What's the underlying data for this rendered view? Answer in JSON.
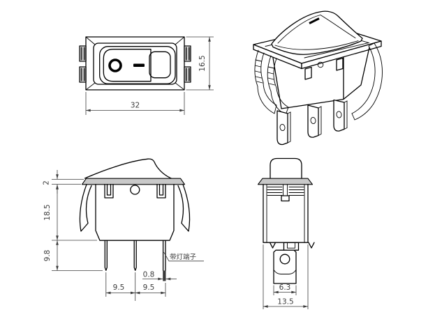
{
  "drawing": {
    "front_view": {
      "width_dim": "32",
      "height_dim": "16.5",
      "rocker_symbols": {
        "off_symbol": "O-circle",
        "on_symbol": "dash"
      }
    },
    "perspective_view": {
      "rocker_mark": "dash"
    },
    "side_view": {
      "flange_thickness_dim": "2",
      "body_height_dim": "18.5",
      "terminal_length_dim": "9.8",
      "pitch_left_dim": "9.5",
      "pitch_right_dim": "9.5",
      "terminal_thickness_dim": "0.8",
      "lamp_terminal_label": "带灯端子"
    },
    "end_view": {
      "terminal_width_dim": "6.3",
      "body_width_dim": "13.5"
    }
  },
  "colors": {
    "line": "#000000",
    "dimension": "#3d3d3d",
    "shade": "#c9c9c9",
    "tab_fill": "#4a4a4a",
    "background": "#ffffff"
  }
}
